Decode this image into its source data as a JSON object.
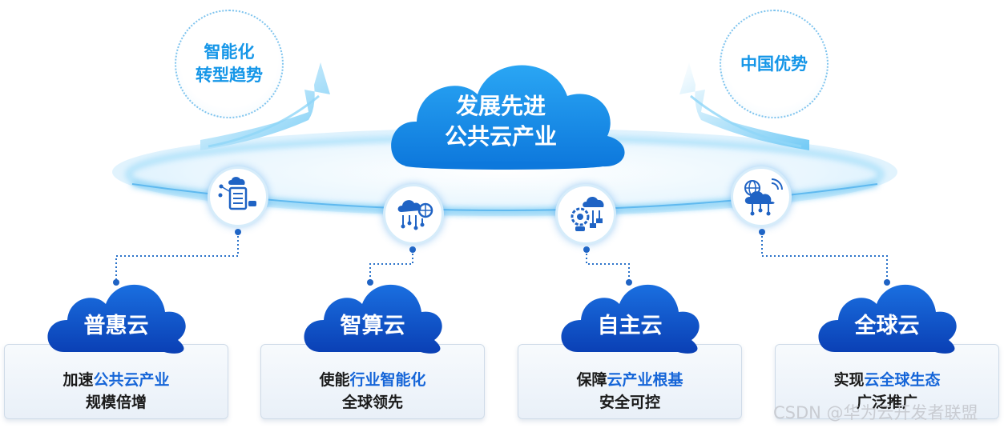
{
  "trend_bubbles": {
    "left": {
      "line1": "智能化",
      "line2": "转型趋势"
    },
    "right": {
      "line1": "中国优势"
    }
  },
  "main_cloud": {
    "line1": "发展先进",
    "line2": "公共云产业"
  },
  "icons": [
    "server-cloud-icon",
    "cloud-compute-icon",
    "cloud-gear-icon",
    "global-cloud-icon"
  ],
  "clouds": [
    {
      "label": "普惠云",
      "desc_pre": "加速",
      "desc_highlight": "公共云产业",
      "desc_post": "",
      "desc_line2": "规模倍增"
    },
    {
      "label": "智算云",
      "desc_pre": "使能",
      "desc_highlight": "行业智能化",
      "desc_post": "",
      "desc_line2": "全球领先"
    },
    {
      "label": "自主云",
      "desc_pre": "保障",
      "desc_highlight": "云产业根基",
      "desc_post": "",
      "desc_line2": "安全可控"
    },
    {
      "label": "全球云",
      "desc_pre": "实现",
      "desc_highlight": "云全球生态",
      "desc_post": "",
      "desc_line2": "广泛推广"
    }
  ],
  "watermark": "CSDN @华为云开发者联盟",
  "colors": {
    "cloud_blue": "#1a8ee8",
    "cloud_dark": "#0b4fc7",
    "highlight": "#1565d8",
    "bubble_text": "#1596e8",
    "ring": "#8fd2f7"
  }
}
